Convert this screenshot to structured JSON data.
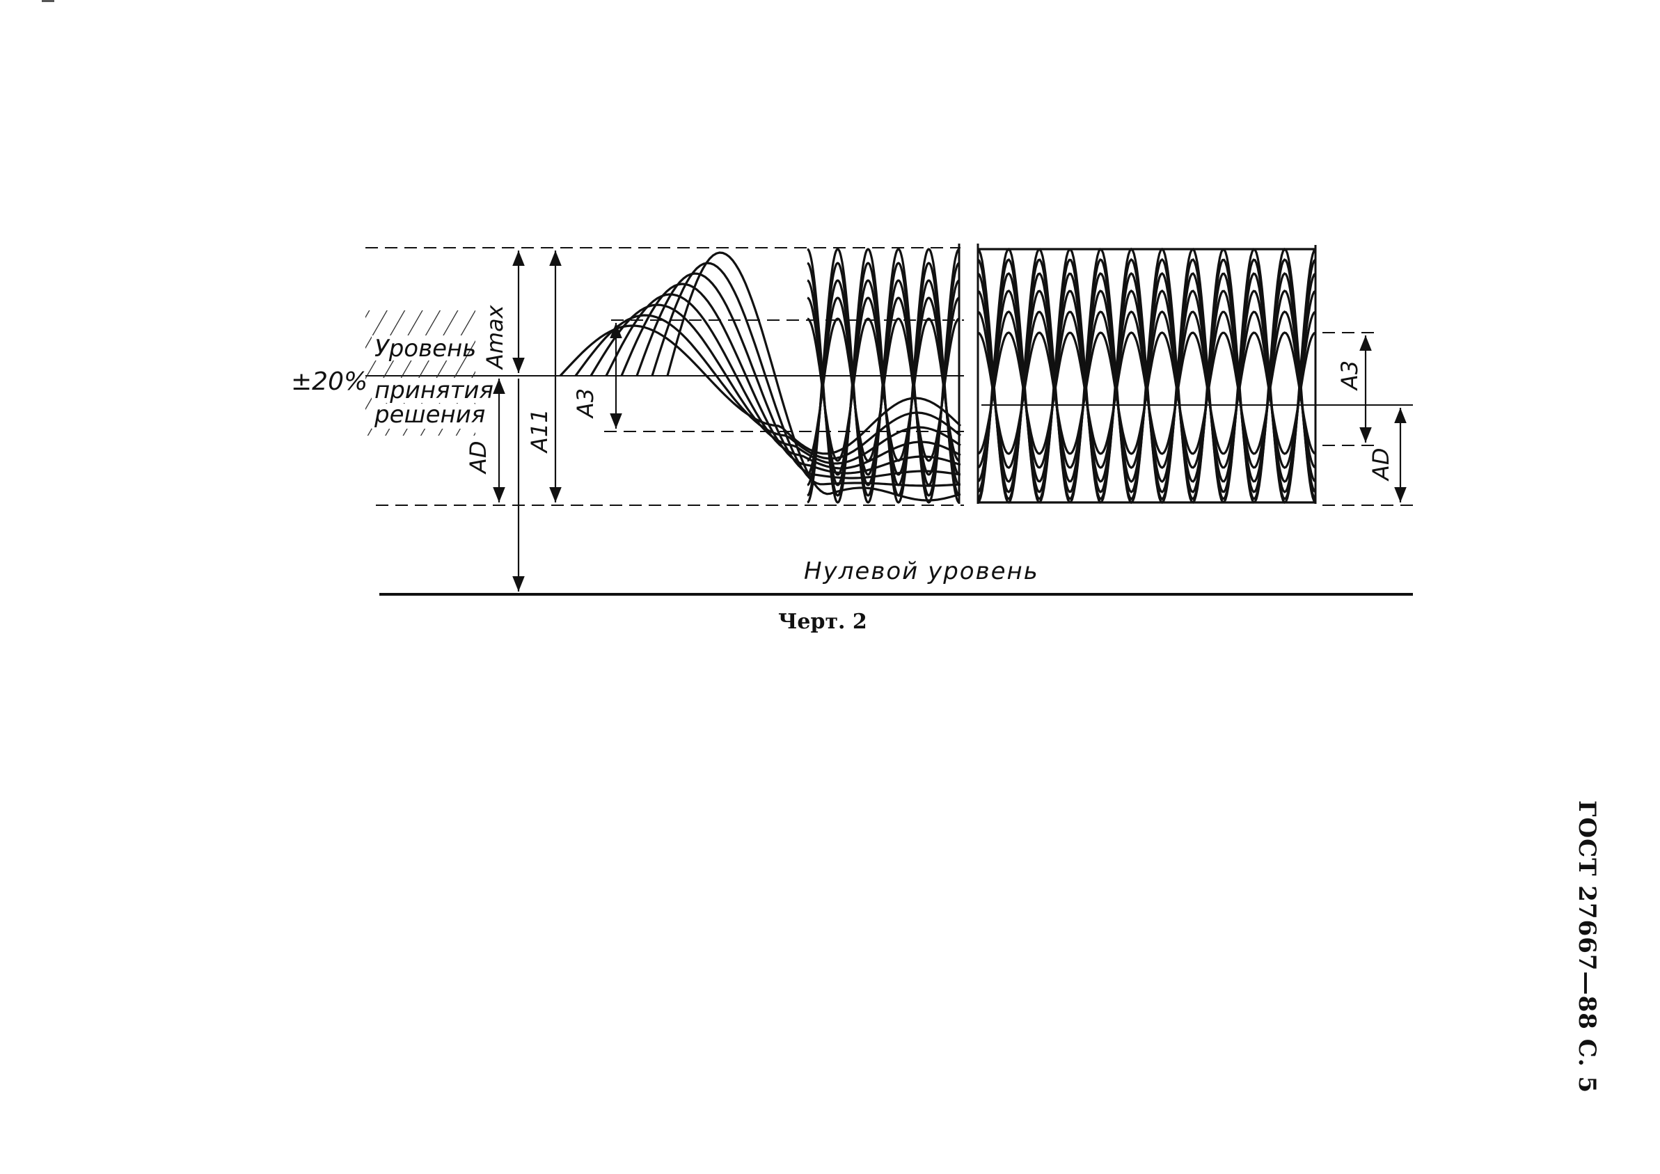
{
  "figure": {
    "labels": {
      "level_line1": "Уровень",
      "level_line2": "принятия",
      "level_line3": "решения",
      "tolerance": "±20%",
      "a_max": "Amax",
      "a_11": "A11",
      "a_d_left": "AD",
      "a_3_left": "A3",
      "a_3_right": "A3",
      "a_d_right": "AD",
      "zero_level": "Нулевой уровень"
    }
  },
  "caption": "Черт. 2",
  "page_header": "ГОСТ 27667—88 С. 5"
}
